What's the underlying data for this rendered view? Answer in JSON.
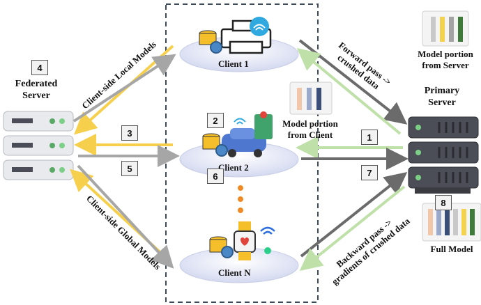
{
  "clients": [
    {
      "label": "Client 1"
    },
    {
      "label": "Client 2"
    },
    {
      "label": "Client N"
    }
  ],
  "federated_server": {
    "label_line1": "Federated",
    "label_line2": "Server"
  },
  "primary_server": {
    "label_line1": "Primary",
    "label_line2": "Server"
  },
  "model_portion_server": {
    "line1": "Model portion",
    "line2": "from Server"
  },
  "model_portion_client": {
    "line1": "Model portion",
    "line2": "from Client"
  },
  "full_model": {
    "label": "Full Model"
  },
  "arrows": {
    "client_side_local": "Client-side Local Models",
    "client_side_global": "Client-side Global Models",
    "forward_line1": "Forward pass ->",
    "forward_line2": "crushed data",
    "backward_line1": "Backward pass ->",
    "backward_line2": "gradients of crushed data"
  },
  "steps": [
    "1",
    "2",
    "3",
    "4",
    "5",
    "6",
    "7",
    "8"
  ],
  "colors": {
    "yellow_arrow": "#f6d04d",
    "gray_arrow": "#a6a6a6",
    "dark_arrow": "#6b6b6b",
    "green_arrow": "#bfe0a8",
    "ellipse": "#dfe3f5",
    "dots": "#f08a24",
    "dashed_box": "#3d4a5c"
  }
}
